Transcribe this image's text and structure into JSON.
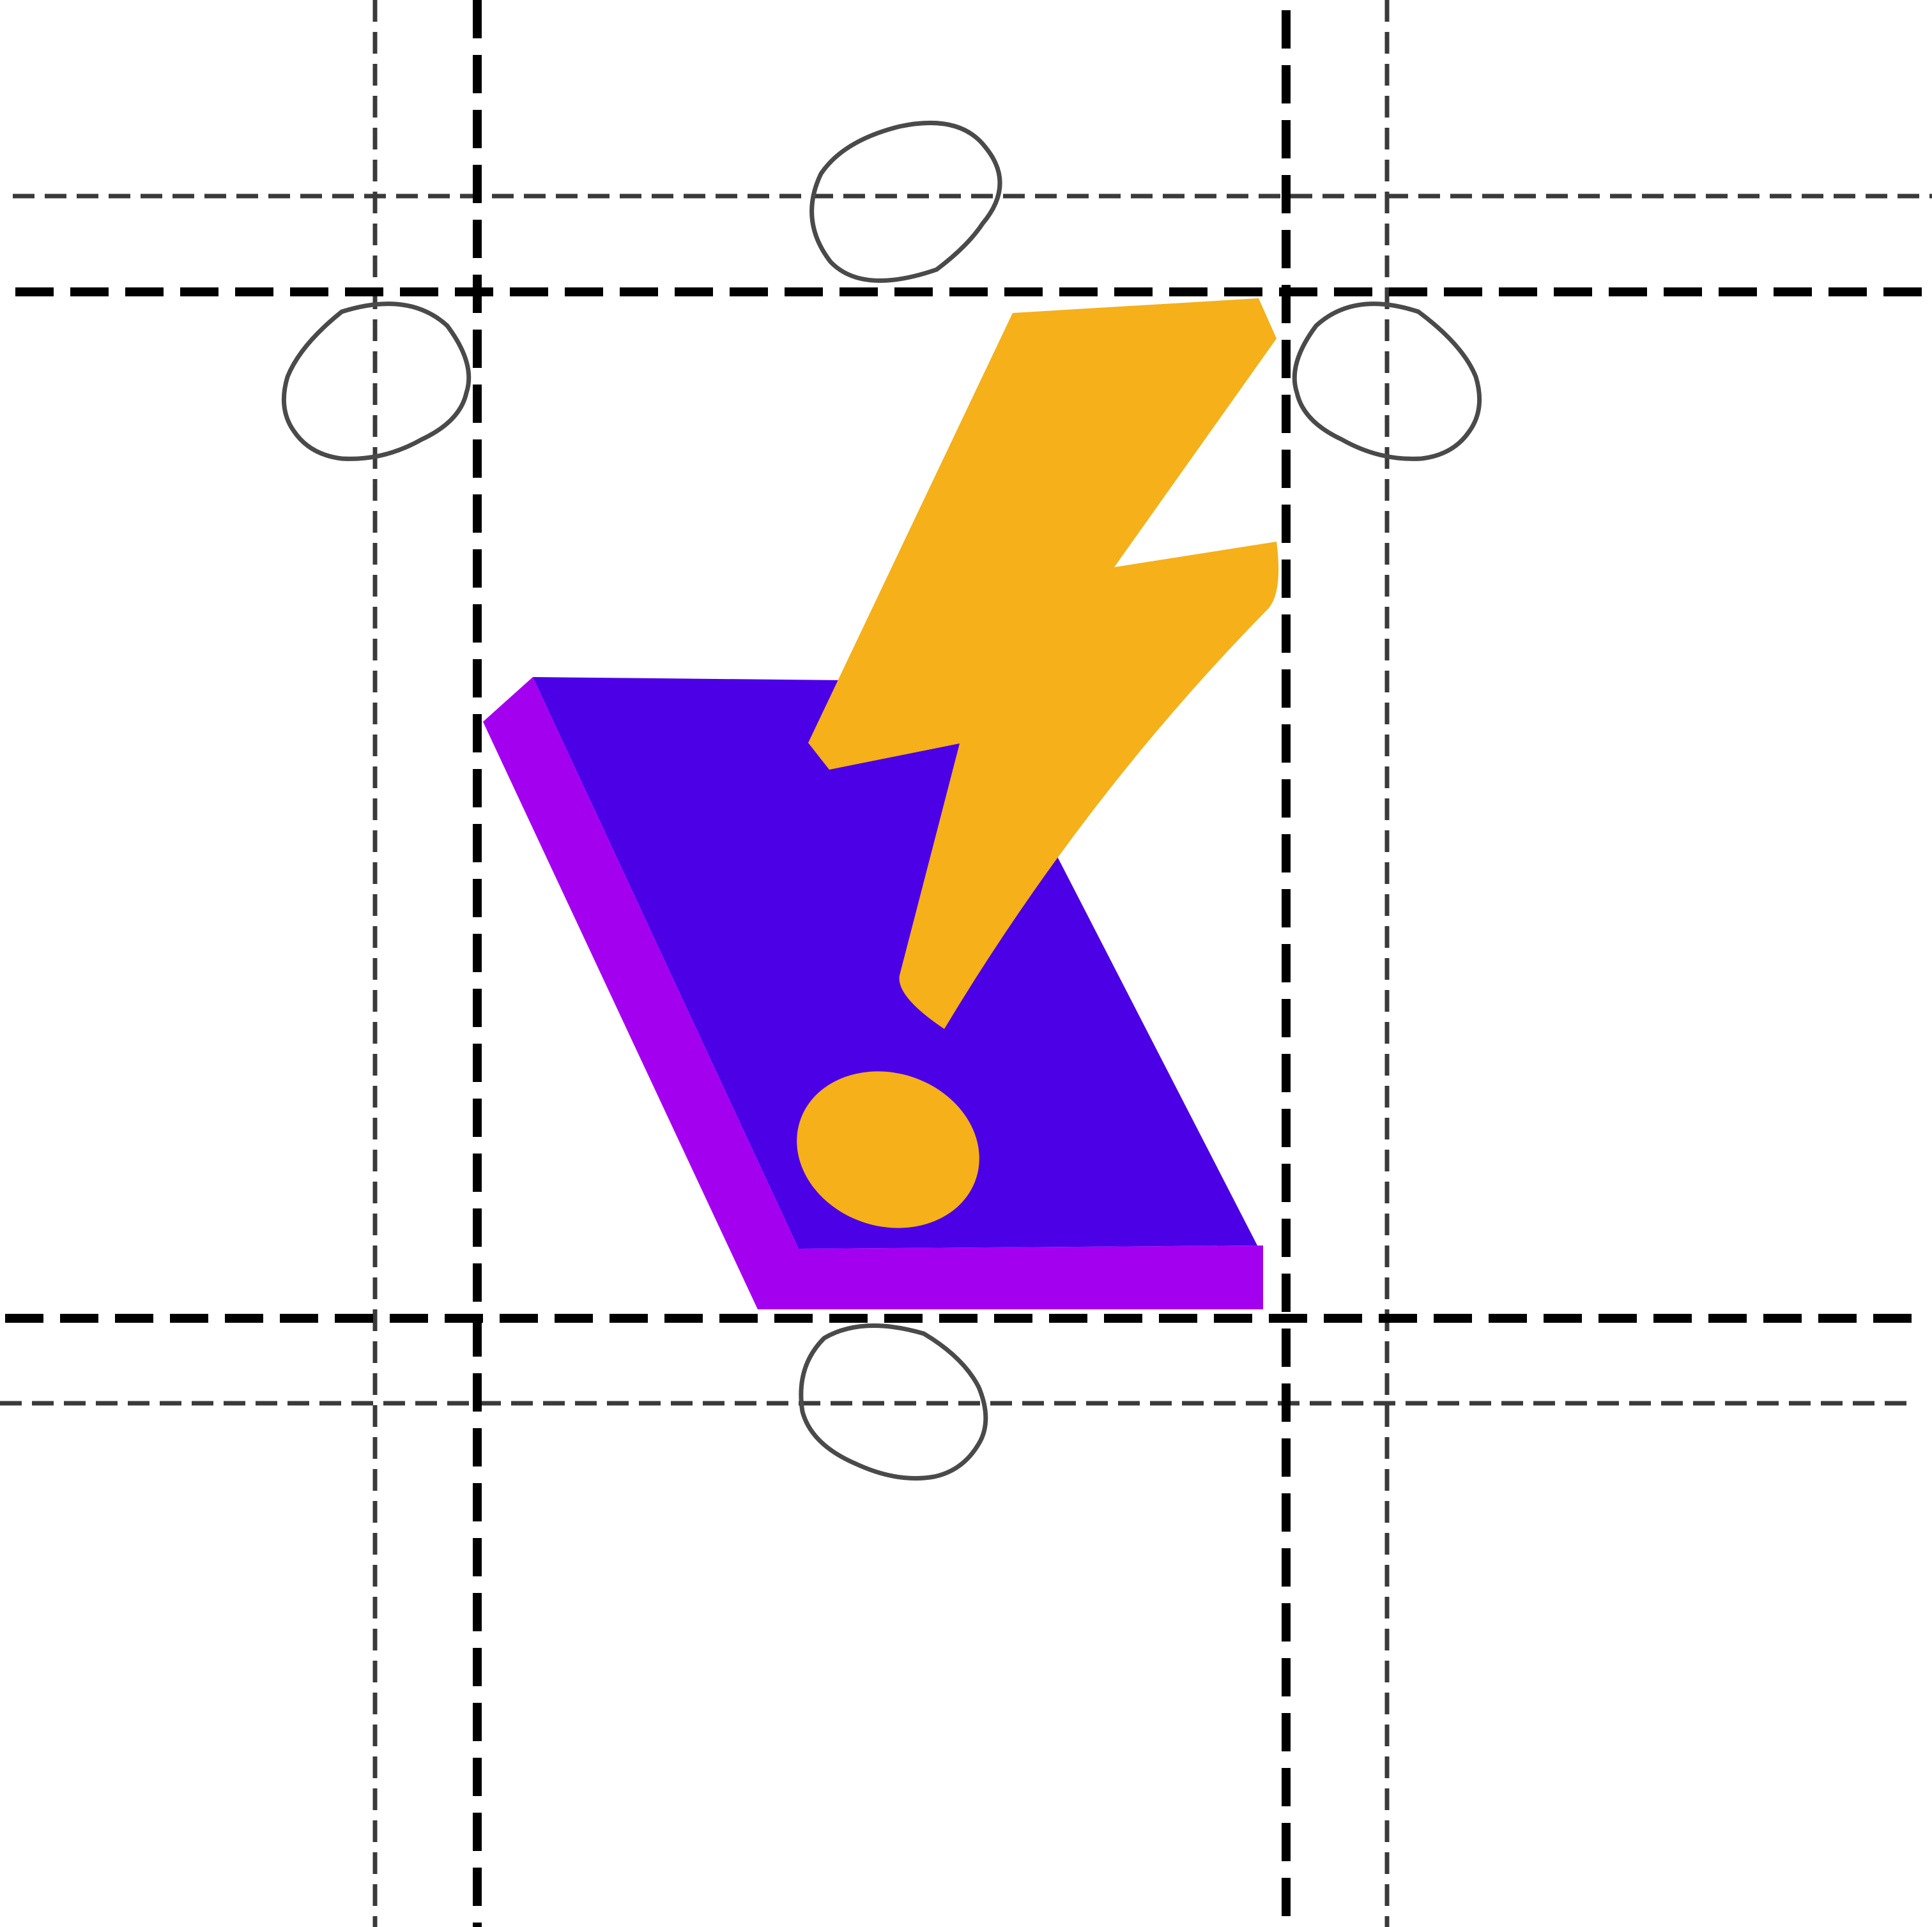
{
  "figure": {
    "kind": "logo-clearspace-construction-guide",
    "background_color": "#ffffff",
    "logo": {
      "parts": [
        "parallelogram-plate",
        "lightning-bolt",
        "exclamation-dot"
      ],
      "colors": {
        "plate_face": "#4b00e6",
        "plate_edge": "#a400f0",
        "bolt": "#f5b01a",
        "dot": "#f5b01a"
      }
    },
    "guides": {
      "inner_boundary": {
        "style": "heavy-dashed",
        "color": "#000000"
      },
      "outer_boundary": {
        "style": "light-dashed",
        "color": "#3a3a3a"
      }
    },
    "clearspace_markers": {
      "shape": "hand-drawn-loop",
      "stroke_color": "#4a4a4a",
      "fill": "none",
      "positions": [
        "top",
        "left",
        "right",
        "bottom"
      ]
    }
  }
}
